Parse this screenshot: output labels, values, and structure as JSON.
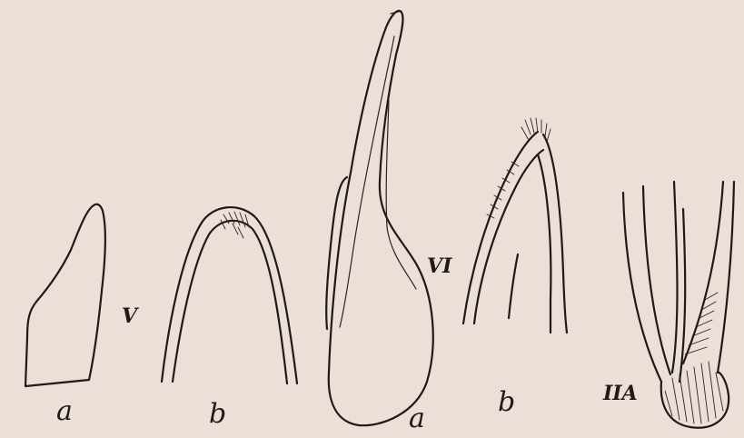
{
  "labels": {
    "fig5_roman": "V",
    "fig5_a": "a",
    "fig5_b": "b",
    "fig6_roman": "VI",
    "fig6_a": "a",
    "fig6_b": "b",
    "fig7_roman": "IIA"
  },
  "colors": {
    "paper": "#ecdfd8",
    "ink": "#1f1a17"
  }
}
